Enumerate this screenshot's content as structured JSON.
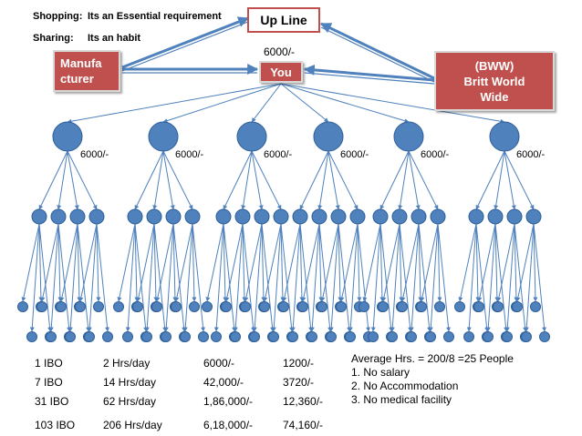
{
  "header": {
    "shopping_key": "Shopping:",
    "shopping_val": "Its an Essential requirement",
    "sharing_key": "Sharing:",
    "sharing_val": "Its an habit"
  },
  "upline": {
    "label": "Up Line"
  },
  "manufacturer": {
    "line1": "Manufa",
    "line2": "cturer"
  },
  "you": {
    "amount": "6000/-",
    "label": "You"
  },
  "bww": {
    "line1": "(BWW)",
    "line2": "Britt World",
    "line3": "Wide"
  },
  "level1_amounts": [
    "6000/-",
    "6000/-",
    "6000/-",
    "6000/-",
    "6000/-",
    "6000/-"
  ],
  "table": {
    "rows": [
      [
        "1 IBO",
        "2 Hrs/day",
        "6000/-",
        "1200/-"
      ],
      [
        "7 IBO",
        "14 Hrs/day",
        "42,000/-",
        "3720/-"
      ],
      [
        "31 IBO",
        "62 Hrs/day",
        "1,86,000/-",
        "12,360/-"
      ],
      [
        "103 IBO",
        "206 Hrs/day",
        "6,18,000/-",
        "74,160/-"
      ]
    ]
  },
  "notes": {
    "average": "Average Hrs. = 200/8 =25 People",
    "items": [
      "1. No salary",
      "2. No Accommodation",
      "3. No medical facility"
    ]
  },
  "colors": {
    "node": "#4f81bd",
    "node_stroke": "#2f5f98",
    "box": "#c0504d",
    "upline_border": "#c0504d",
    "arrow": "#4f81bd"
  }
}
